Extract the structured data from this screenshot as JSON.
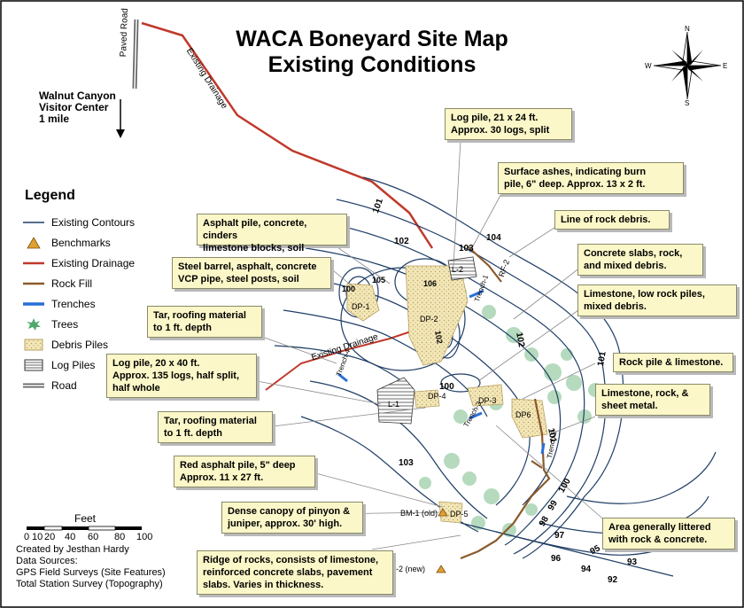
{
  "title_line1": "WACA Boneyard Site Map",
  "title_line2": "Existing Conditions",
  "road_label": "Paved Road",
  "drainage_label_top": "Existing Drainage",
  "drainage_label_mid": "Existing Drainage",
  "visitor_center": "Walnut Canyon\nVisitor Center\n1 mile",
  "compass": {
    "n": "N",
    "s": "S",
    "e": "E",
    "w": "W"
  },
  "legend": {
    "title": "Legend",
    "items": [
      {
        "label": "Existing Contours",
        "symbol": "contour"
      },
      {
        "label": "Benchmarks",
        "symbol": "triangle"
      },
      {
        "label": "Existing Drainage",
        "symbol": "drainage"
      },
      {
        "label": "Rock Fill",
        "symbol": "rockfill"
      },
      {
        "label": "Trenches",
        "symbol": "trench"
      },
      {
        "label": "Trees",
        "symbol": "tree"
      },
      {
        "label": "Debris Piles",
        "symbol": "debris"
      },
      {
        "label": "Log Piles",
        "symbol": "logpile"
      },
      {
        "label": "Road",
        "symbol": "road"
      }
    ]
  },
  "colors": {
    "contour": "#1f3e66",
    "drainage": "#c0392b",
    "rockfill": "#8b5a2b",
    "trench": "#2a6fd6",
    "tree": "#7fb58a",
    "debris_fill": "#f3e7b8",
    "benchmark": "#e0a030",
    "callout_bg": "#fbf7c8"
  },
  "callouts": {
    "log_pile_1": "Log pile, 21 x 24 ft.\nApprox. 30 logs, split",
    "surface_ashes": "Surface ashes, indicating burn\npile, 6\" deep.  Approx. 13 x 2 ft.",
    "asphalt_pile": "Asphalt pile, concrete, cinders\nlimestone blocks, soil",
    "rock_debris_line": "Line of rock debris.",
    "steel_barrel": "Steel barrel, asphalt, concrete\nVCP pipe, steel posts, soil",
    "concrete_slabs": "Concrete slabs, rock,\nand mixed debris.",
    "tar_1": "Tar, roofing material\nto 1 ft. depth",
    "limestone_low": "Limestone, low rock piles,\nmixed debris.",
    "log_pile_2": "Log pile, 20 x 40 ft.\nApprox. 135 logs, half split,\nhalf whole",
    "rock_pile": "Rock pile & limestone.",
    "limestone_rock_metal": "Limestone, rock, &\nsheet metal.",
    "tar_2": "Tar, roofing material\nto 1 ft. depth",
    "red_asphalt": "Red asphalt pile, 5\" deep\nApprox. 11 x 27 ft.",
    "dense_canopy": "Dense canopy of pinyon &\njuniper, approx. 30' high.",
    "area_littered": "Area generally littered\nwith rock & concrete.",
    "ridge_rocks": "Ridge of rocks, consists of limestone,\nreinforced concrete slabs, pavement\nslabs.  Varies in thickness."
  },
  "map_labels": {
    "dp1": "DP-1",
    "dp2": "DP-2",
    "dp3": "DP-3",
    "dp4": "DP-4",
    "dp5": "DP-5",
    "dp6": "DP6",
    "l1": "L-1",
    "l2": "L-2",
    "rf2": "RF-2",
    "trench1": "Trench-1",
    "trench2": "Trench-2",
    "trench3": "Trench-3",
    "trench4": "Trench-4",
    "bm1": "BM-1 (old)",
    "bm2": "-2 (new)"
  },
  "contour_labels": [
    "101",
    "102",
    "103",
    "104",
    "100",
    "105",
    "106",
    "102",
    "102",
    "100",
    "101",
    "103",
    "101",
    "100",
    "99",
    "98",
    "97",
    "96",
    "95",
    "94",
    "93",
    "92"
  ],
  "scale": {
    "title": "Feet",
    "ticks": [
      "0",
      "10",
      "20",
      "40",
      "60",
      "80",
      "100"
    ]
  },
  "credits": "Created by Jesthan Hardy\nData Sources:\n   GPS Field Surveys (Site Features)\n   Total Station Survey (Topography)"
}
